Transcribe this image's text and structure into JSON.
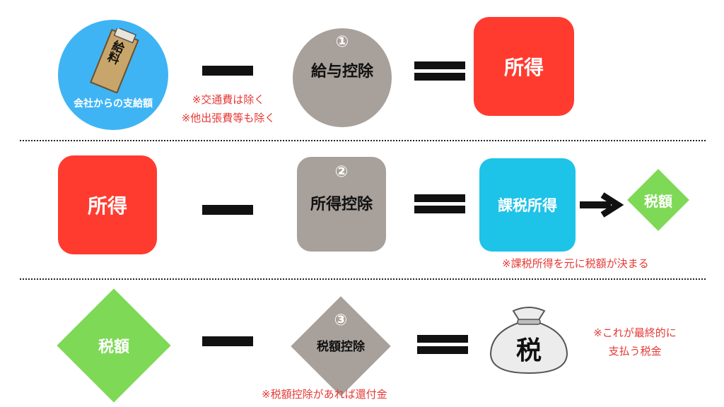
{
  "row1": {
    "salary_circle_label": "会社からの支給額",
    "envelope_text": "給料",
    "notes": [
      "※交通費は除く",
      "※他出張費等も除く"
    ],
    "deduction_number": "①",
    "deduction_label": "給与控除",
    "result_label": "所得"
  },
  "row2": {
    "income_label": "所得",
    "deduction_number": "②",
    "deduction_label": "所得控除",
    "taxable_label": "課税所得",
    "tax_amount_label": "税額",
    "note": "※課税所得を元に税額が決まる"
  },
  "row3": {
    "tax_amount_label": "税額",
    "deduction_number": "③",
    "deduction_label": "税額控除",
    "bag_text": "税",
    "note_lines": [
      "※これが最終的に",
      "支払う税金"
    ],
    "bottom_note": "※税額控除があれば還付金"
  },
  "colors": {
    "red": "#ff3b30",
    "gray": "#a8a09a",
    "cyan": "#1ec3e8",
    "green": "#7ed957",
    "blue": "#3fb4f4",
    "note_red": "#e53935"
  }
}
